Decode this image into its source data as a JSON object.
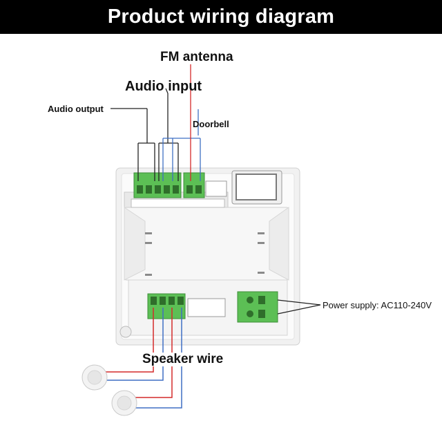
{
  "header": {
    "title": "Product wiring diagram"
  },
  "labels": {
    "fm_antenna": "FM antenna",
    "audio_input": "Audio input",
    "audio_output": "Audio output",
    "doorbell": "Doorbell",
    "power_supply": "Power supply: AC110-240V",
    "speaker_wire": "Speaker wire"
  },
  "colors": {
    "banner": "#000000",
    "terminal_green": "#5cbf55",
    "wire_red": "#d42a2a",
    "wire_blue": "#3f6fc4",
    "wire_black": "#222222"
  }
}
